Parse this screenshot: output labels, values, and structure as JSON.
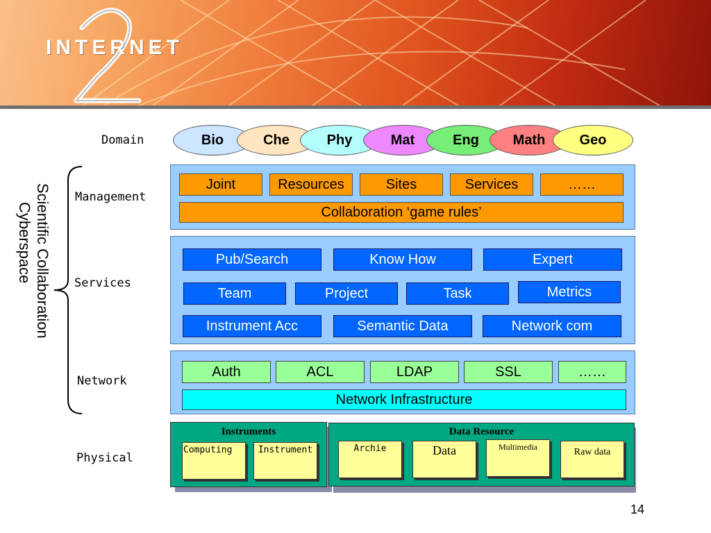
{
  "banner": {
    "logo_text": "INTERNET",
    "logo_mark": "®"
  },
  "labels": {
    "domain": "Domain",
    "management": "Management",
    "services": "Services",
    "network": "Network",
    "physical": "Physical",
    "cyberspace_line1": "Scientific Collaboration",
    "cyberspace_line2": "Cyberspace"
  },
  "domains": [
    {
      "label": "Bio",
      "color": "#cce6ff"
    },
    {
      "label": "Che",
      "color": "#ffe6c0"
    },
    {
      "label": "Phy",
      "color": "#b3ffff"
    },
    {
      "label": "Mat",
      "color": "#ee88ff"
    },
    {
      "label": "Eng",
      "color": "#77ee77"
    },
    {
      "label": "Math",
      "color": "#ff8080"
    },
    {
      "label": "Geo",
      "color": "#ffff80"
    }
  ],
  "management": {
    "items": [
      "Joint",
      "Resources",
      "Sites",
      "Services",
      "……"
    ],
    "bar": "Collaboration ‘game rules’"
  },
  "services": {
    "row1": [
      "Pub/Search",
      "Know How",
      "Expert"
    ],
    "row2": [
      "Team",
      "Project",
      "Task",
      "Metrics"
    ],
    "row3": [
      "Instrument Acc",
      "Semantic Data",
      "Network com"
    ]
  },
  "network": {
    "items": [
      "Auth",
      "ACL",
      "LDAP",
      "SSL",
      "……"
    ],
    "bar": "Network Infrastructure"
  },
  "physical": {
    "instruments_title": "Instruments",
    "instruments": [
      "Computing",
      "Instrument"
    ],
    "data_title": "Data Resource",
    "data": [
      "Archie",
      "Data",
      "Multimedia",
      "Raw data"
    ]
  },
  "page_number": "14",
  "colors": {
    "orange": "#ff9900",
    "blue": "#0066ff",
    "green": "#99ff99",
    "cyan": "#00ffff",
    "panel": "#99ccff",
    "teal": "#00a884",
    "yellow": "#ffff99"
  }
}
